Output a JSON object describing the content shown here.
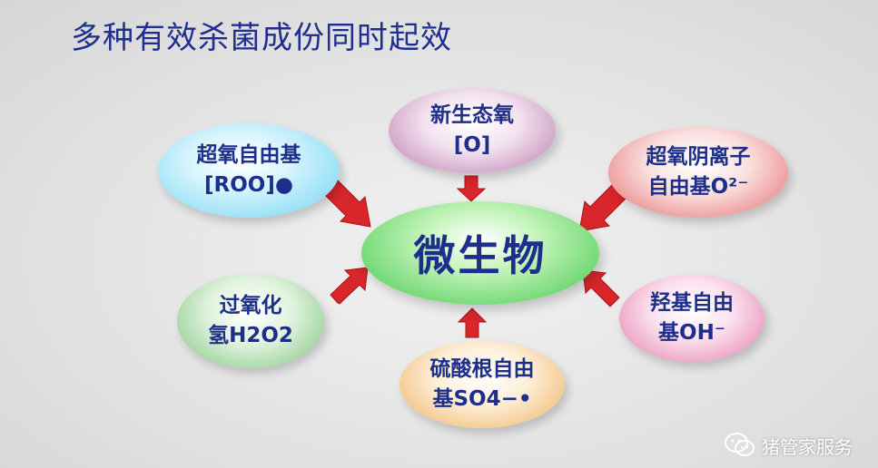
{
  "title": "多种有效杀菌成份同时起效",
  "center": {
    "label": "微生物"
  },
  "nodes": {
    "superoxide_radical": {
      "line1": "超氧自由基",
      "line2": "[ROO]●"
    },
    "nascent_oxygen": {
      "line1": "新生态氧",
      "line2": "[O]"
    },
    "superoxide_anion": {
      "line1": "超氧阴离子",
      "line2": "自由基O²⁻"
    },
    "hydrogen_peroxide": {
      "line1": "过氧化",
      "line2": "氢H2O2"
    },
    "hydroxyl_radical": {
      "line1": "羟基自由",
      "line2": "基OH⁻"
    },
    "sulfate_radical": {
      "line1": "硫酸根自由",
      "line2": "基SO4−•"
    }
  },
  "watermark": {
    "text": "猪管家服务",
    "icon": "wechat-icon"
  },
  "colors": {
    "title": "#1f2f8f",
    "text": "#1d2f8a",
    "arrow": "#d9262b",
    "center": "#3ec847"
  }
}
